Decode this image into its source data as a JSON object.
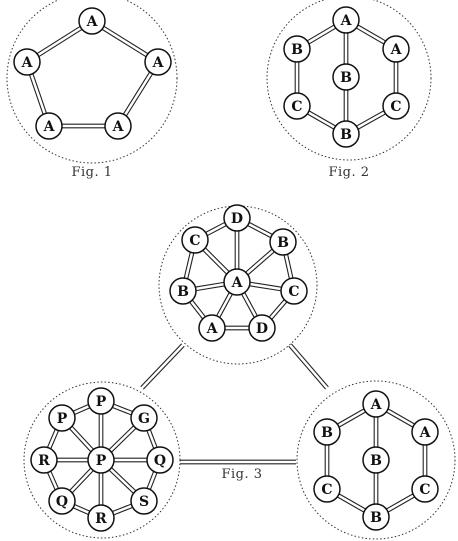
{
  "figures": [
    {
      "id": "fig1",
      "caption": "Fig. 1",
      "nodes": [
        {
          "id": "f1a",
          "label": "A"
        },
        {
          "id": "f1b",
          "label": "A"
        },
        {
          "id": "f1c",
          "label": "A"
        },
        {
          "id": "f1d",
          "label": "A"
        },
        {
          "id": "f1e",
          "label": "A"
        }
      ]
    },
    {
      "id": "fig2",
      "caption": "Fig. 2",
      "nodes": [
        {
          "id": "f2a",
          "label": "A"
        },
        {
          "id": "f2b",
          "label": "B"
        },
        {
          "id": "f2c",
          "label": "A"
        },
        {
          "id": "f2d",
          "label": "B"
        },
        {
          "id": "f2e",
          "label": "C"
        },
        {
          "id": "f2f",
          "label": "C"
        },
        {
          "id": "f2g",
          "label": "B"
        }
      ]
    },
    {
      "id": "fig3",
      "caption": "Fig. 3",
      "subgraphs": [
        {
          "id": "top",
          "nodes": [
            {
              "id": "t1",
              "label": "D"
            },
            {
              "id": "t2",
              "label": "C"
            },
            {
              "id": "t3",
              "label": "B"
            },
            {
              "id": "t4",
              "label": "A"
            },
            {
              "id": "t5",
              "label": "B"
            },
            {
              "id": "t6",
              "label": "C"
            },
            {
              "id": "t7",
              "label": "A"
            },
            {
              "id": "t8",
              "label": "D"
            }
          ]
        },
        {
          "id": "left",
          "nodes": [
            {
              "id": "l1",
              "label": "P"
            },
            {
              "id": "l2",
              "label": "P"
            },
            {
              "id": "l3",
              "label": "G"
            },
            {
              "id": "l4",
              "label": "R"
            },
            {
              "id": "l5",
              "label": "P"
            },
            {
              "id": "l6",
              "label": "Q"
            },
            {
              "id": "l7",
              "label": "Q"
            },
            {
              "id": "l8",
              "label": "S"
            },
            {
              "id": "l9",
              "label": "R"
            }
          ]
        },
        {
          "id": "right",
          "nodes": [
            {
              "id": "r1",
              "label": "A"
            },
            {
              "id": "r2",
              "label": "B"
            },
            {
              "id": "r3",
              "label": "A"
            },
            {
              "id": "r4",
              "label": "B"
            },
            {
              "id": "r5",
              "label": "C"
            },
            {
              "id": "r6",
              "label": "C"
            },
            {
              "id": "r7",
              "label": "B"
            }
          ]
        }
      ]
    }
  ]
}
